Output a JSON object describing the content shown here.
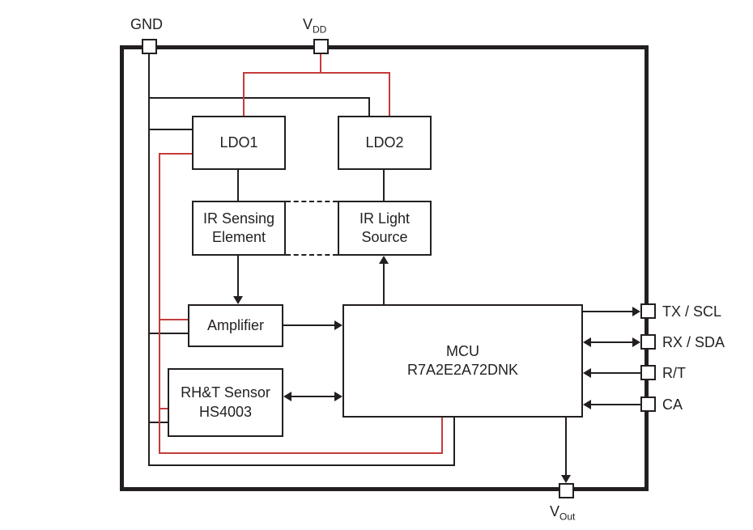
{
  "diagram": {
    "pins": {
      "gnd": {
        "label": "GND"
      },
      "vdd": {
        "main": "V",
        "sub": "DD"
      },
      "vout": {
        "main": "V",
        "sub": "Out"
      },
      "right": [
        {
          "label": "TX / SCL",
          "direction": "out"
        },
        {
          "label": "RX / SDA",
          "direction": "bidirectional"
        },
        {
          "label": "R/T",
          "direction": "in"
        },
        {
          "label": "CA",
          "direction": "in"
        }
      ]
    },
    "blocks": {
      "ldo1": {
        "label": "LDO1"
      },
      "ldo2": {
        "label": "LDO2"
      },
      "ir_sensing": {
        "line1": "IR Sensing",
        "line2": "Element"
      },
      "ir_light": {
        "line1": "IR Light",
        "line2": "Source"
      },
      "amplifier": {
        "label": "Amplifier"
      },
      "rht_sensor": {
        "line1": "RH&T Sensor",
        "line2": "HS4003"
      },
      "mcu": {
        "line1": "MCU",
        "line2": "R7A2E2A72DNK"
      }
    },
    "colors": {
      "wire": "#231f20",
      "power_wire": "#c43b3b",
      "background": "#ffffff"
    }
  }
}
